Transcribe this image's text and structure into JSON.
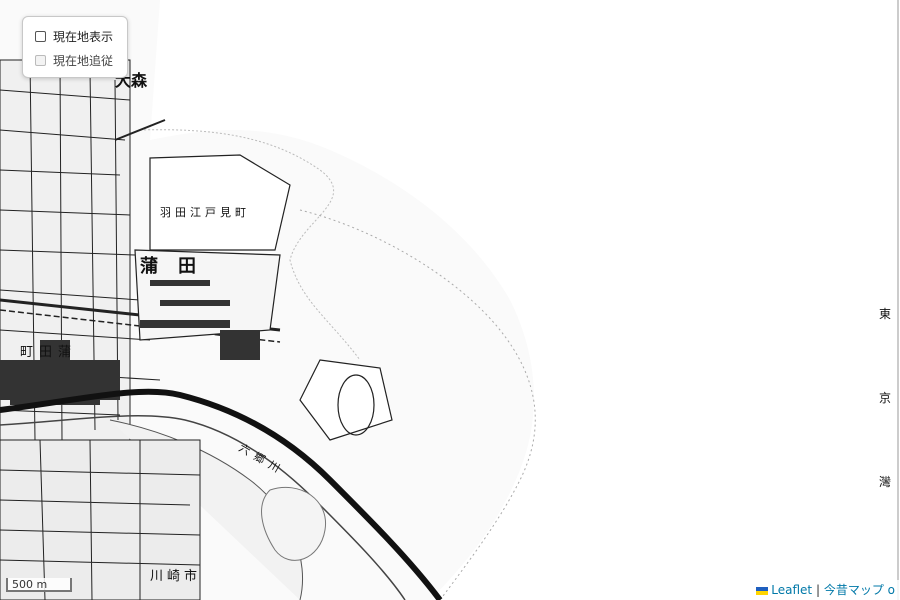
{
  "controls": {
    "show_location_label": "現在地表示",
    "follow_location_label": "現在地追従"
  },
  "scale": {
    "label": "500 m"
  },
  "attribution": {
    "leaflet_label": "Leaflet",
    "separator": "|",
    "konjaku_label": "今昔マップ o"
  },
  "map": {
    "labels": {
      "omori": "大森",
      "kamata": "蒲田",
      "kamata2": "町田蒲",
      "haneda_kojo": "羽田江戸見町",
      "tokyo_1": "東",
      "tokyo_2": "京",
      "tokyo_3": "灣",
      "tamagawa": "六郷川",
      "kawasaki": "川崎市"
    }
  },
  "colors": {
    "attribution_link": "#0078a8",
    "flag_blue": "#1f5fbf",
    "flag_yellow": "#ffd500"
  }
}
